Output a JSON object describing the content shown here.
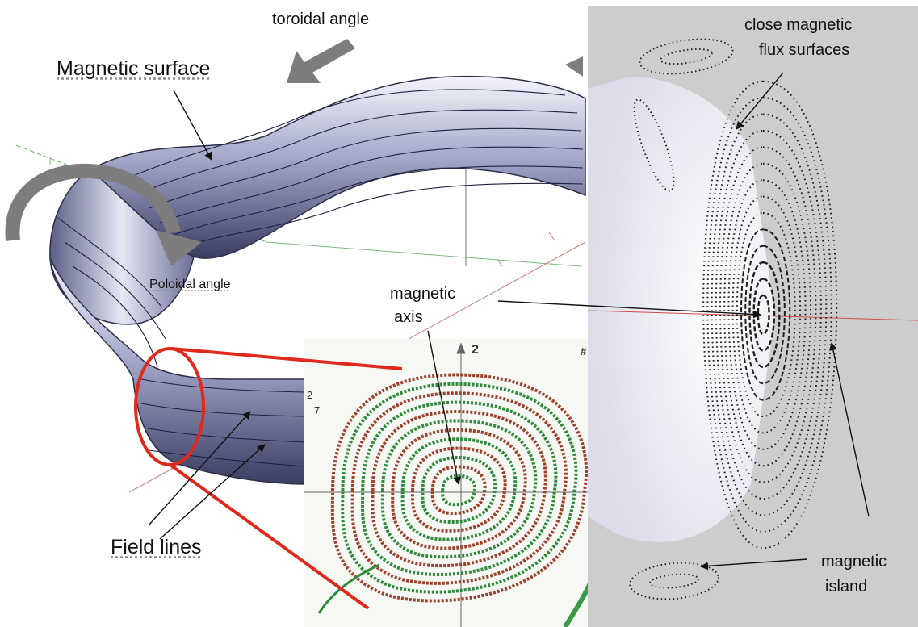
{
  "labels": {
    "toroidal_angle": "toroidal angle",
    "magnetic_surface": "Magnetic surface",
    "poloidal_angle": "Poloidal angle",
    "magnetic_axis_line1": "magnetic",
    "magnetic_axis_line2": "axis",
    "field_lines": "Field lines",
    "close_surfaces_line1": "close magnetic",
    "close_surfaces_line2": "flux surfaces",
    "magnetic_island_line1": "magnetic",
    "magnetic_island_line2": "island"
  },
  "inset_ticks": {
    "top_tick": "2",
    "left_tick_a": "2",
    "left_tick_b": "7",
    "corner_mark": "#"
  },
  "colors": {
    "ribbon_dark": "#3c3f63",
    "ribbon_mid": "#8e92b8",
    "ribbon_light": "#e4e6f2",
    "zoom_red": "#e0281c",
    "flux_green": "#2f8a3c",
    "flux_red": "#a0402c",
    "poincare_bg": "#cdcdcd",
    "arrow_gray": "#7d7d7d"
  }
}
